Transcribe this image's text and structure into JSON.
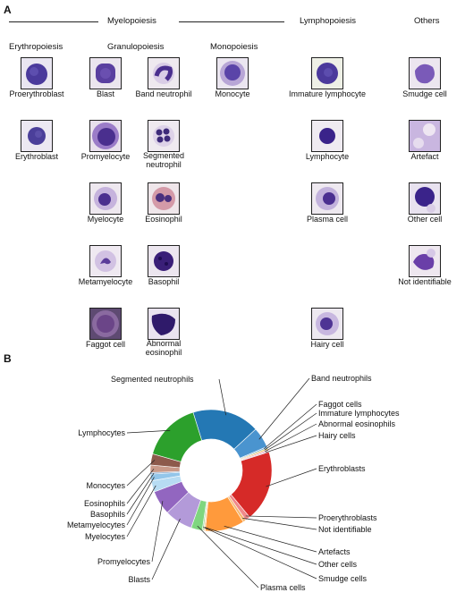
{
  "panel_a": {
    "letter": "A",
    "group_headers": {
      "myelopoiesis": "Myelopoiesis",
      "lymphopoiesis": "Lymphopoiesis",
      "others": "Others"
    },
    "sub_headers": {
      "erythropoiesis": "Erythropoiesis",
      "granulopoiesis": "Granulopoiesis",
      "monopoiesis": "Monopoiesis"
    },
    "cells": {
      "proerythroblast": "Proerythroblast",
      "erythroblast": "Erythroblast",
      "blast": "Blast",
      "promyelocyte": "Promyelocyte",
      "myelocyte": "Myelocyte",
      "metamyelocyte": "Metamyelocyte",
      "faggot_cell": "Faggot cell",
      "band_neutrophil": "Band neutrophil",
      "segmented_neutrophil_1": "Segmented",
      "segmented_neutrophil_2": "neutrophil",
      "eosinophil": "Eosinophil",
      "basophil": "Basophil",
      "abnormal_eosinophil_1": "Abnormal",
      "abnormal_eosinophil_2": "eosinophil",
      "monocyte": "Monocyte",
      "immature_lymphocyte": "Immature lymphocyte",
      "lymphocyte": "Lymphocyte",
      "plasma_cell": "Plasma cell",
      "hairy_cell": "Hairy cell",
      "smudge_cell": "Smudge cell",
      "artefact": "Artefact",
      "other_cell": "Other cell",
      "not_identifiable": "Not identifiable"
    }
  },
  "panel_b": {
    "letter": "B"
  },
  "chart_data": {
    "type": "pie",
    "donut": true,
    "slices": [
      {
        "label": "Segmented neutrophils",
        "value": 18.0,
        "color": "#2478b4"
      },
      {
        "label": "Band neutrophils",
        "value": 5.5,
        "color": "#4a94cf"
      },
      {
        "label": "Faggot cells",
        "value": 0.4,
        "color": "#6aaee0"
      },
      {
        "label": "Immature lymphocytes",
        "value": 0.4,
        "color": "#e6c95a"
      },
      {
        "label": "Abnormal eosinophils",
        "value": 0.4,
        "color": "#f0a0a0"
      },
      {
        "label": "Hairy cells",
        "value": 0.3,
        "color": "#c9a0c9"
      },
      {
        "label": "Erythroblasts",
        "value": 19.0,
        "color": "#d62a28"
      },
      {
        "label": "Proerythroblasts",
        "value": 1.3,
        "color": "#f08a8a"
      },
      {
        "label": "Not identifiable",
        "value": 0.8,
        "color": "#f5b870"
      },
      {
        "label": "Artefacts",
        "value": 10.5,
        "color": "#ff9a3c"
      },
      {
        "label": "Other cells",
        "value": 0.4,
        "color": "#ffd0a0"
      },
      {
        "label": "Smudge cells",
        "value": 0.4,
        "color": "#9fd8a0"
      },
      {
        "label": "Plasma cells",
        "value": 3.0,
        "color": "#7fd67f"
      },
      {
        "label": "Blasts",
        "value": 7.5,
        "color": "#b39ad9"
      },
      {
        "label": "Promyelocytes",
        "value": 6.5,
        "color": "#9266c0"
      },
      {
        "label": "Myelocytes",
        "value": 3.0,
        "color": "#b7dcf3"
      },
      {
        "label": "Metamyelocytes",
        "value": 1.8,
        "color": "#93c6ea"
      },
      {
        "label": "Basophils",
        "value": 0.4,
        "color": "#7aa0c8"
      },
      {
        "label": "Eosinophils",
        "value": 2.0,
        "color": "#c99a8a"
      },
      {
        "label": "Monocytes",
        "value": 3.0,
        "color": "#8d5a4c"
      },
      {
        "label": "Lymphocytes",
        "value": 15.9,
        "color": "#2ca02c"
      }
    ]
  }
}
